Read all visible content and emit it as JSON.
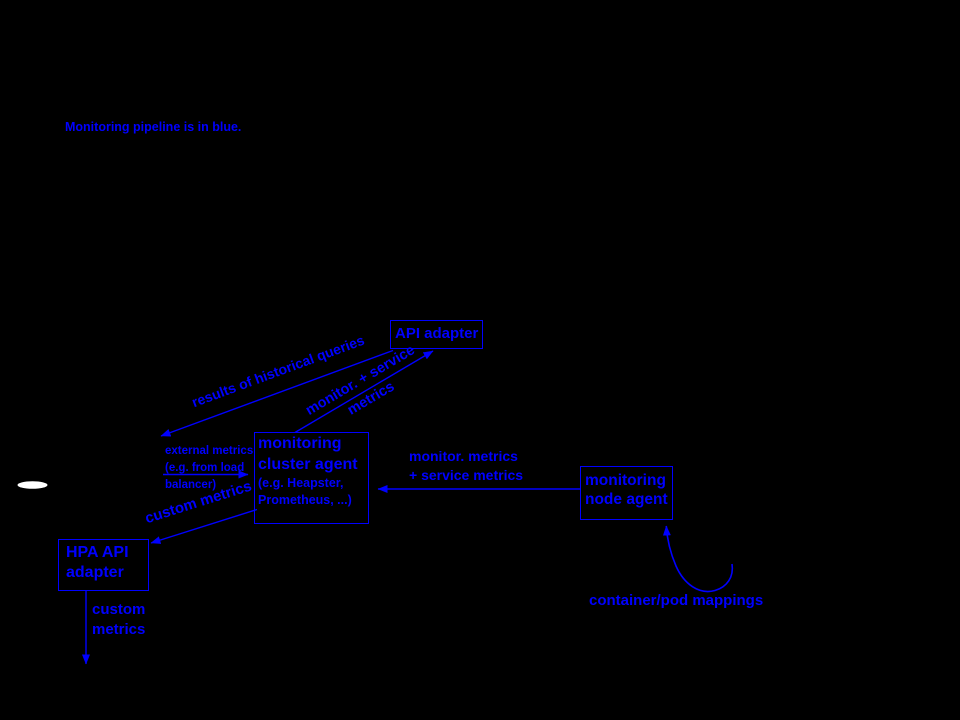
{
  "colors": {
    "background": "#000000",
    "blue": "#0000FF",
    "white": "#FFFFFF"
  },
  "note": {
    "text": "Monitoring pipeline is in blue."
  },
  "nodes": {
    "api_adapter": {
      "label": "API adapter"
    },
    "monitoring_cluster_agent": {
      "title_line1": "monitoring",
      "title_line2": "cluster agent",
      "subtitle_line1": "(e.g. Heapster,",
      "subtitle_line2": "Prometheus, ...)"
    },
    "monitoring_node_agent": {
      "title_line1": "monitoring",
      "title_line2": "node agent"
    },
    "hpa_api_adapter": {
      "title_line1": "HPA API",
      "title_line2": "adapter"
    }
  },
  "edges": {
    "results_of_historical_queries": {
      "label": "results of historical queries"
    },
    "monitor_service_metrics_up": {
      "line1": "monitor. + service",
      "line2": "metrics"
    },
    "external_metrics_in": {
      "line1": "external metrics",
      "line2": "(e.g. from load",
      "line3": "balancer)"
    },
    "custom_metrics_to_hpa": {
      "label": "custom metrics"
    },
    "custom_metrics_out": {
      "line1": "custom",
      "line2": "metrics"
    },
    "monitor_plus_service_metrics": {
      "line1": "monitor. metrics",
      "line2": "+ service metrics"
    },
    "container_pod_mappings": {
      "label": "container/pod mappings"
    }
  }
}
